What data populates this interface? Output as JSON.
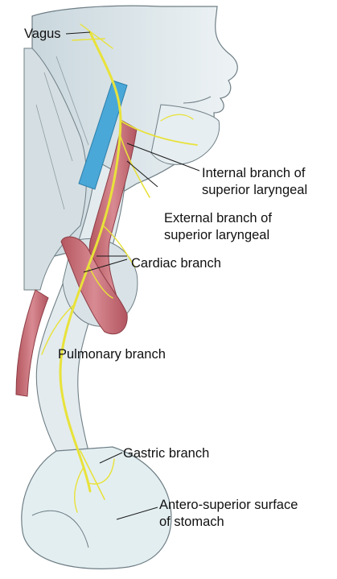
{
  "figure": {
    "labels": {
      "vagus": "Vagus",
      "internal_branch": [
        "Internal branch of",
        "superior laryngeal"
      ],
      "external_branch": [
        "External branch of",
        "superior laryngeal"
      ],
      "cardiac_branch": "Cardiac branch",
      "pulmonary_branch": "Pulmonary branch",
      "gastric_branch": "Gastric branch",
      "stomach_surface": [
        "Antero-superior surface",
        "of stomach"
      ]
    },
    "colors": {
      "nerve": "#e8e23a",
      "artery": "#c9707a",
      "vein": "#4aa8d8",
      "tissue_light": "#dbe6ea",
      "tissue_line": "#6f7f86"
    }
  }
}
